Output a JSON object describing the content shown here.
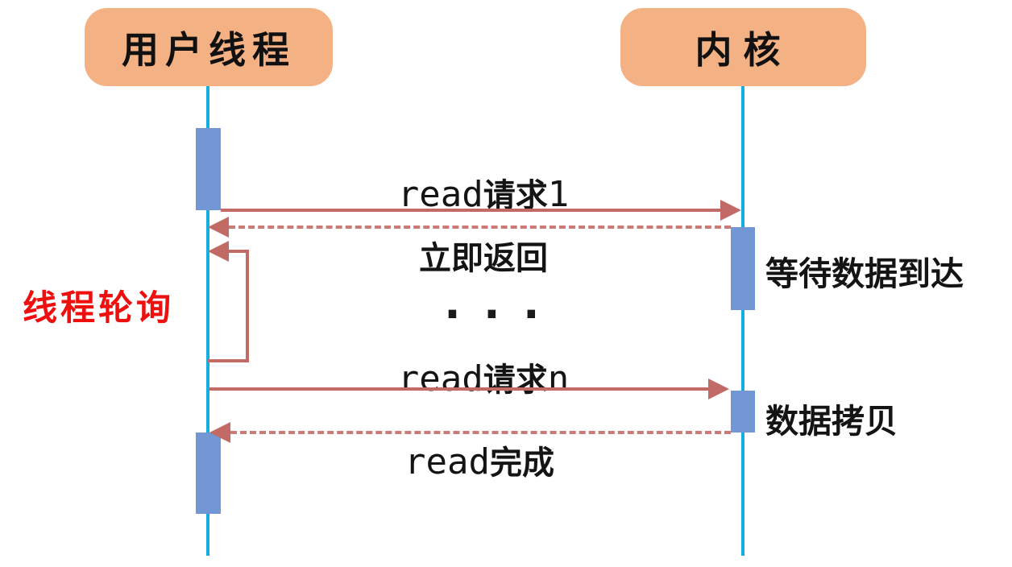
{
  "actors": {
    "user": "用户线程",
    "kernel": "内核"
  },
  "messages": {
    "read_request_1": {
      "latin": "read",
      "cjk": "请求",
      "num": "1"
    },
    "immediate_return": "立即返回",
    "polling": "线程轮询",
    "ellipsis": "...",
    "read_request_n": {
      "latin": "read",
      "cjk": "请求",
      "num": "n"
    },
    "read_complete": {
      "latin": "read",
      "cjk": "完成",
      "num": ""
    }
  },
  "notes": {
    "wait_data": "等待数据到达",
    "data_copy": "数据拷贝"
  },
  "colors": {
    "actor_fill": "#F4B183",
    "lifeline": "#15AEE0",
    "activation_bar": "#7396D5",
    "arrow": "#C16A66",
    "dashed_arrow": "#CB7A76",
    "polling_text": "#EE0F0F",
    "text": "#141414"
  }
}
